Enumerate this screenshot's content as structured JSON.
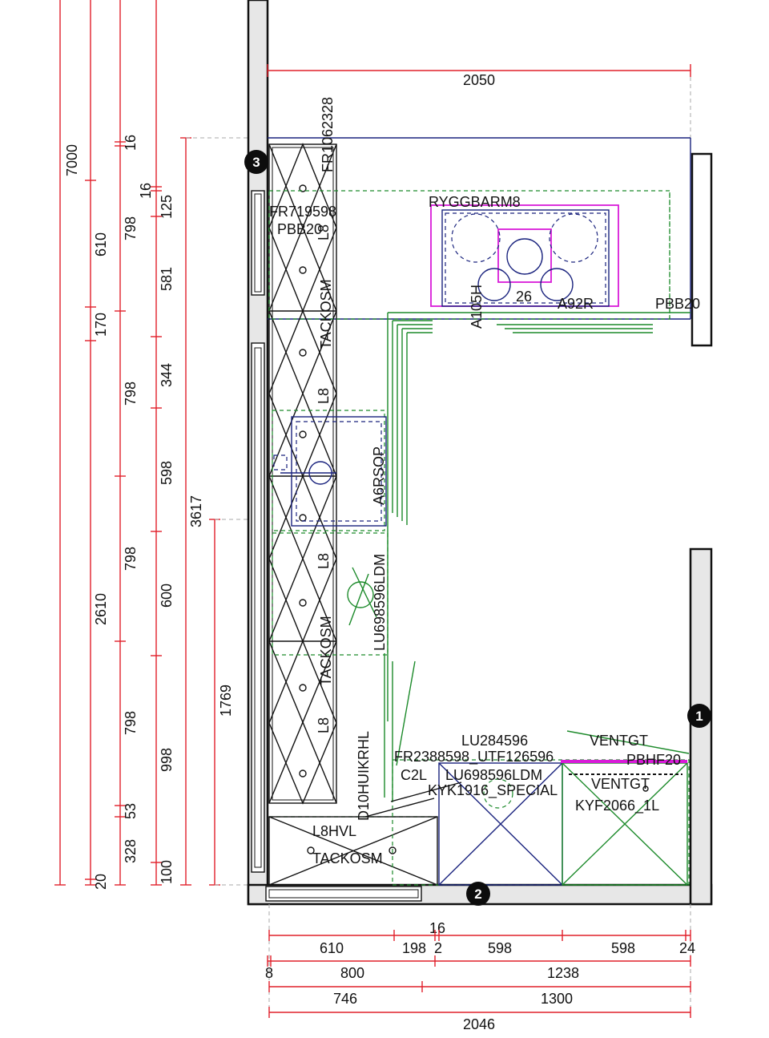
{
  "left_dimensions": {
    "col1": [
      "7000"
    ],
    "col2": [
      "610",
      "170",
      "2610",
      "20"
    ],
    "col3": [
      "16",
      "798",
      "798",
      "798",
      "798",
      "53",
      "328"
    ],
    "col4": [
      "16",
      "125",
      "581",
      "344",
      "598",
      "600",
      "998",
      "100"
    ],
    "col5": [
      "3617"
    ],
    "col6": [
      "1769"
    ]
  },
  "top_dimension": "2050",
  "bottom_dimensions": {
    "row0": "16",
    "row1": [
      "610",
      "198",
      "2",
      "598",
      "598",
      "24"
    ],
    "row2": [
      "8",
      "800",
      "1238"
    ],
    "row3": [
      "746",
      "1300"
    ],
    "row4": "2046"
  },
  "markers": [
    "1",
    "2",
    "3"
  ],
  "labels": {
    "fr1062328": "FR1062328",
    "fr719598": "FR719598",
    "pbb20_left": "PBB20",
    "l8_a": "L8",
    "tackosm_a": "TACKOSM",
    "l8_b": "L8",
    "a6rsop": "A6RSOP",
    "l8_c": "L8",
    "lu698596ldm_v": "LU698596LDM",
    "tackosm_b": "TACKOSM",
    "l8_d": "L8",
    "d10huikrhl": "D10HUIKRHL",
    "l8hvl": "L8HVL",
    "tackosm_c": "TACKOSM",
    "ryggbarm8": "RYGGBARM8",
    "a105h": "A105H",
    "n26": "26",
    "a92r": "A92R",
    "pbb20_right": "PBB20",
    "lu284596": "LU284596",
    "ventgt_a": "VENTGT",
    "fr2388598": "FR2388598_UTF126596",
    "pbhf20": "PBHF20",
    "c2l": "C2L",
    "lu698596ldm_h": "LU698596LDM",
    "ventgt_b": "VENTGT",
    "kyk1916": "KYK1916_SPECIAL",
    "kyf2066": "KYF2066_1L"
  },
  "colors": {
    "dimension": "#e0202a",
    "cabinet_outline": "#111111",
    "countertop": "#1c8a2a",
    "appliance": "#1a237e",
    "hob": "#d81bd8",
    "wall_fill": "#e7e7e7"
  }
}
